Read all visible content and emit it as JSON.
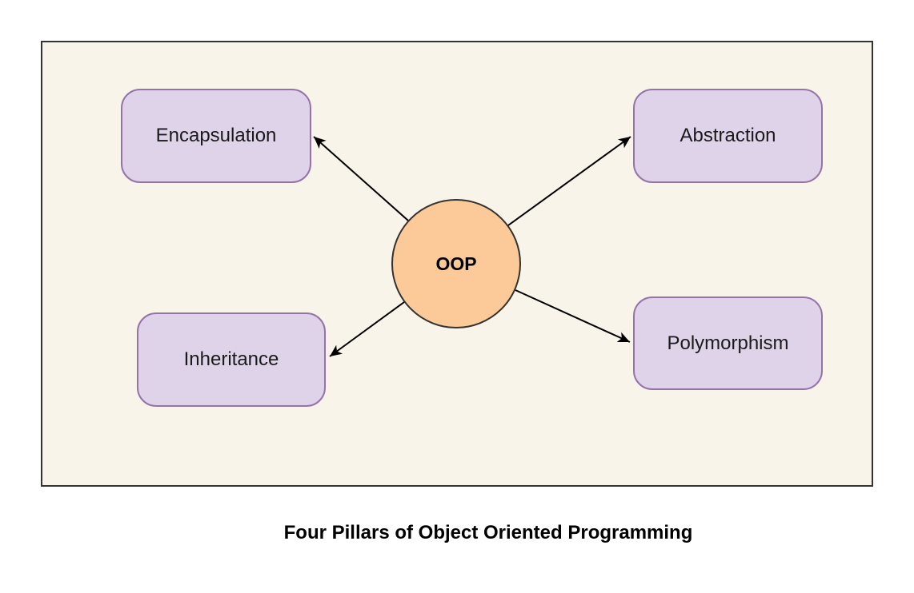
{
  "diagram": {
    "title": "Four Pillars of Object Oriented Programming",
    "center_node": {
      "id": "oop",
      "label": "OOP",
      "shape": "circle"
    },
    "nodes": [
      {
        "id": "encapsulation",
        "label": "Encapsulation",
        "position": "top-left"
      },
      {
        "id": "abstraction",
        "label": "Abstraction",
        "position": "top-right"
      },
      {
        "id": "inheritance",
        "label": "Inheritance",
        "position": "bottom-left"
      },
      {
        "id": "polymorphism",
        "label": "Polymorphism",
        "position": "bottom-right"
      }
    ],
    "edges": [
      {
        "from": "OOP",
        "to": "Encapsulation",
        "arrow": "end"
      },
      {
        "from": "OOP",
        "to": "Abstraction",
        "arrow": "end"
      },
      {
        "from": "OOP",
        "to": "Inheritance",
        "arrow": "end"
      },
      {
        "from": "OOP",
        "to": "Polymorphism",
        "arrow": "end"
      }
    ],
    "colors": {
      "canvas_background": "#F8F4EA",
      "page_background": "#FFFFFF",
      "frame_border": "#333331",
      "pillar_fill": "#DFD3E9",
      "pillar_border": "#9673A6",
      "center_fill": "#FBCA98",
      "center_border": "#33322E",
      "arrow": "#000000",
      "label_text": "#1A1A1A"
    }
  }
}
